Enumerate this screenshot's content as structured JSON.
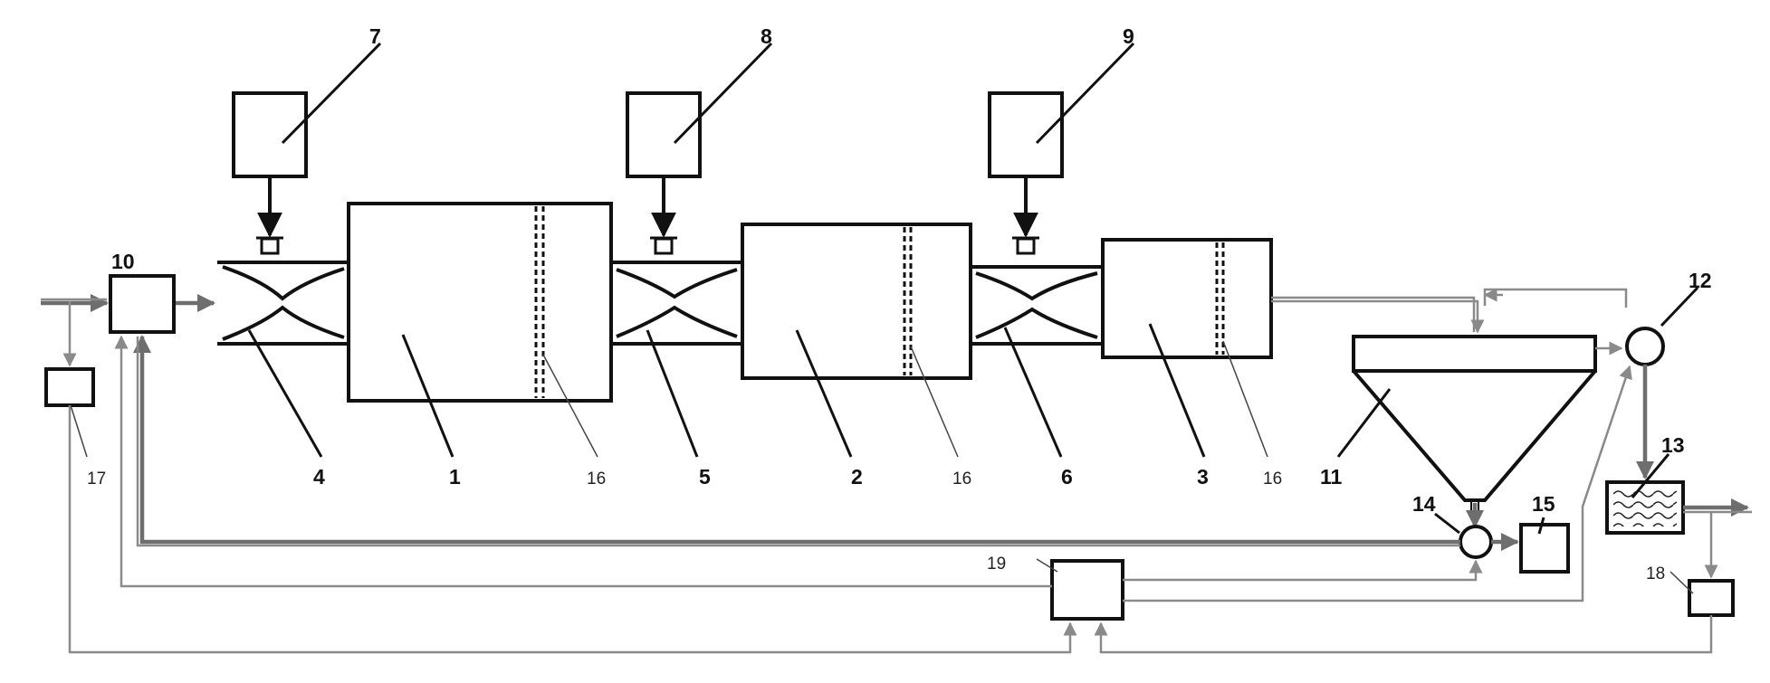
{
  "diagram": {
    "labels": {
      "l1": "1",
      "l2": "2",
      "l3": "3",
      "l4": "4",
      "l5": "5",
      "l6": "6",
      "l7": "7",
      "l8": "8",
      "l9": "9",
      "l10": "10",
      "l11": "11",
      "l12": "12",
      "l13": "13",
      "l14": "14",
      "l15": "15",
      "l16a": "16",
      "l16b": "16",
      "l16c": "16",
      "l17": "17",
      "l18": "18",
      "l19": "19"
    }
  },
  "colors": {
    "line": "#111111",
    "signal": "#8a8a8a",
    "flow": "#6e6e6e"
  }
}
